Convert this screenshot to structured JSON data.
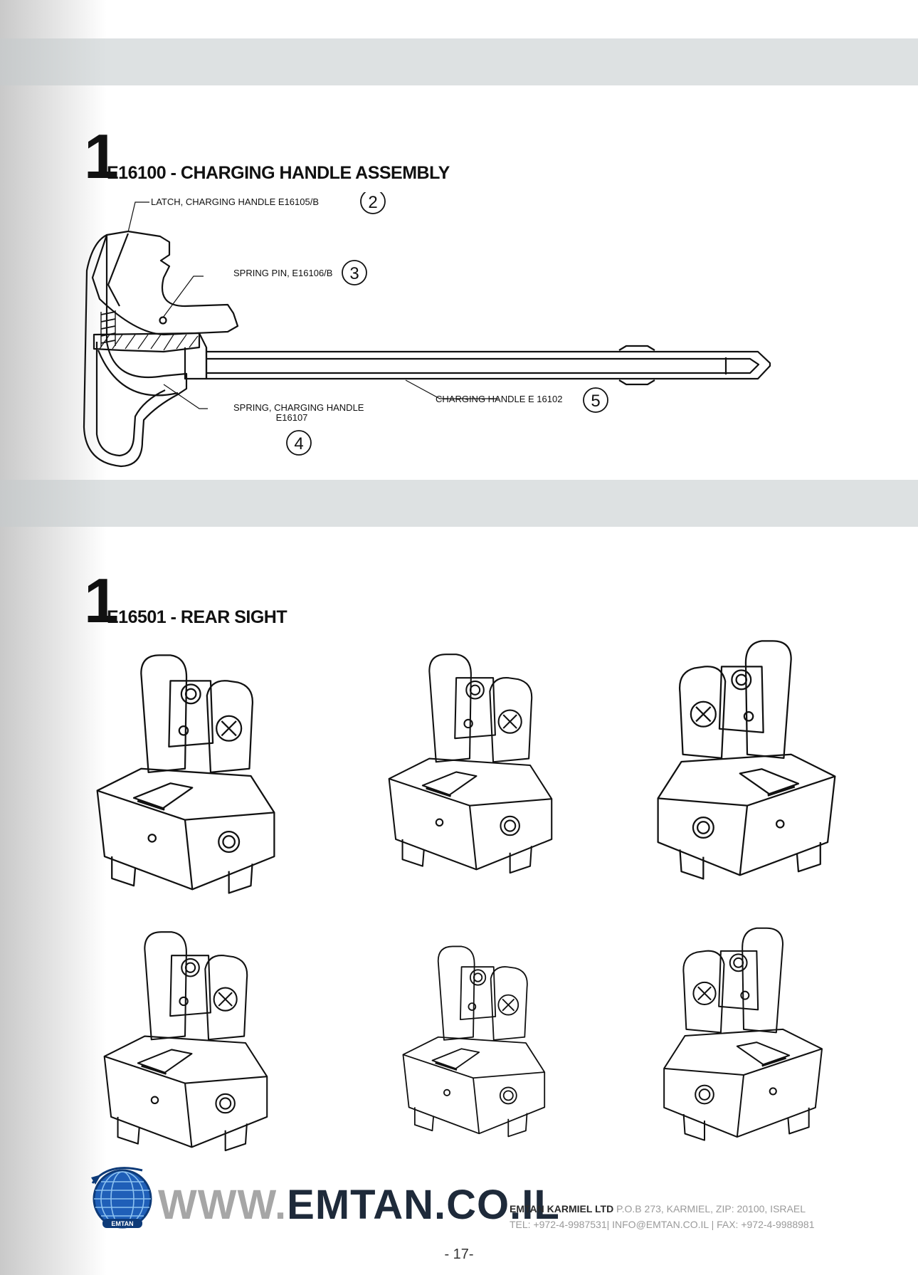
{
  "sections": [
    {
      "number": "1",
      "title": "E16100 - CHARGING HANDLE ASSEMBLY"
    },
    {
      "number": "1",
      "title": "E16501 - REAR SIGHT"
    }
  ],
  "callouts": [
    {
      "text": "LATCH, CHARGING HANDLE  E16105/B",
      "number": "2"
    },
    {
      "text": "SPRING PIN, E16106/B",
      "number": "3"
    },
    {
      "text": "SPRING, CHARGING HANDLE",
      "text2": "E16107",
      "number": "4"
    },
    {
      "text": "CHARGING HANDLE E 16102",
      "number": "5"
    }
  ],
  "footer": {
    "url_prefix": "WWW.",
    "url_main": "EMTAN.CO.IL",
    "logo_text": "EMTAN",
    "company": "EMTAN KARMIEL LTD",
    "address": " P.O.B 273, KARMIEL, ZIP: 20100, ISRAEL",
    "contacts": "TEL: +972-4-9987531| INFO@EMTAN.CO.IL | FAX: +972-4-9988981"
  },
  "page_number": "- 17-"
}
